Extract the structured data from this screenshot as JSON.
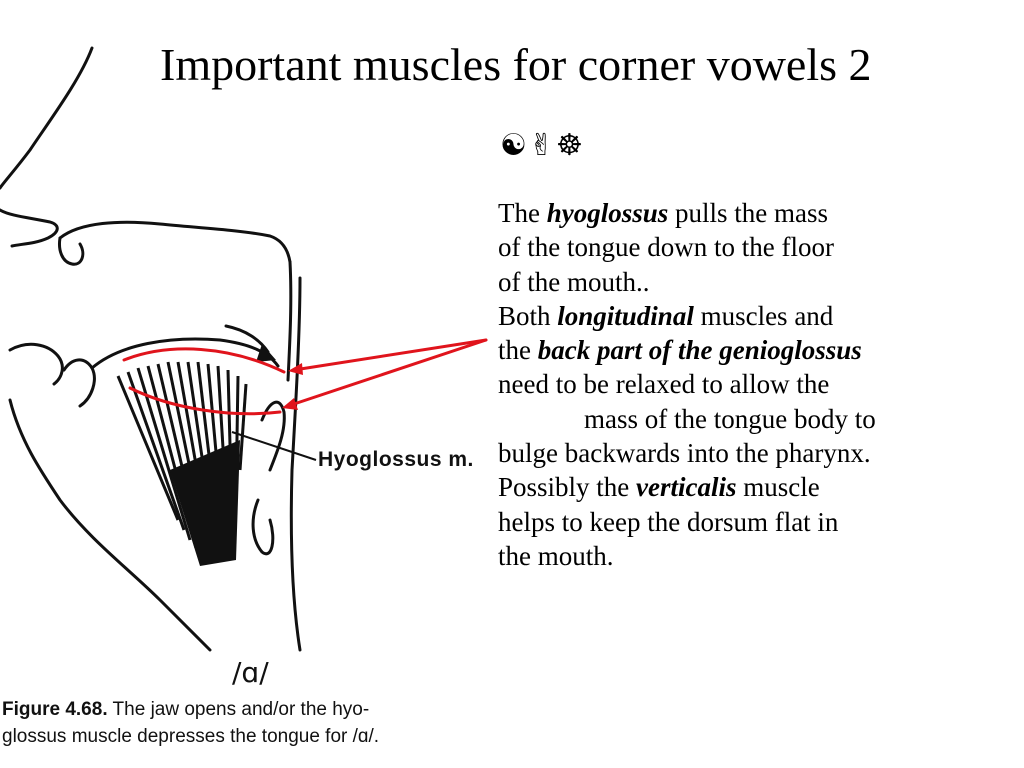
{
  "slide": {
    "title": "Important muscles for corner vowels 2",
    "symbols": "☯✌☸",
    "body": {
      "p1_pre": "The ",
      "p1_term": "hyoglossus",
      "p1_post": " pulls the mass",
      "p1_l2": "of the tongue down to the floor",
      "p1_l3": "of the mouth..",
      "p2_pre": "Both ",
      "p2_term": "longitudinal",
      "p2_post": " muscles and",
      "p2_l2_pre": "the ",
      "p2_l2_term": "back part of the genioglossus",
      "p2_l3": "need to be relaxed to allow the",
      "p2_l4": "mass of the tongue body to",
      "p2_l5": "bulge backwards into the pharynx.",
      "p3_pre": "Possibly the ",
      "p3_term": "verticalis",
      "p3_post": " muscle",
      "p3_l2": "helps to keep the dorsum flat in",
      "p3_l3": "the mouth."
    }
  },
  "figure": {
    "label": "Hyoglossus m.",
    "vowel": "/ɑ/",
    "caption_num": "Figure 4.68.",
    "caption_l1": " The jaw opens and/or the hyo-",
    "caption_l2": "glossus muscle depresses the tongue for /ɑ/.",
    "annotation_color": "#e0141c",
    "ink_color": "#111111"
  }
}
